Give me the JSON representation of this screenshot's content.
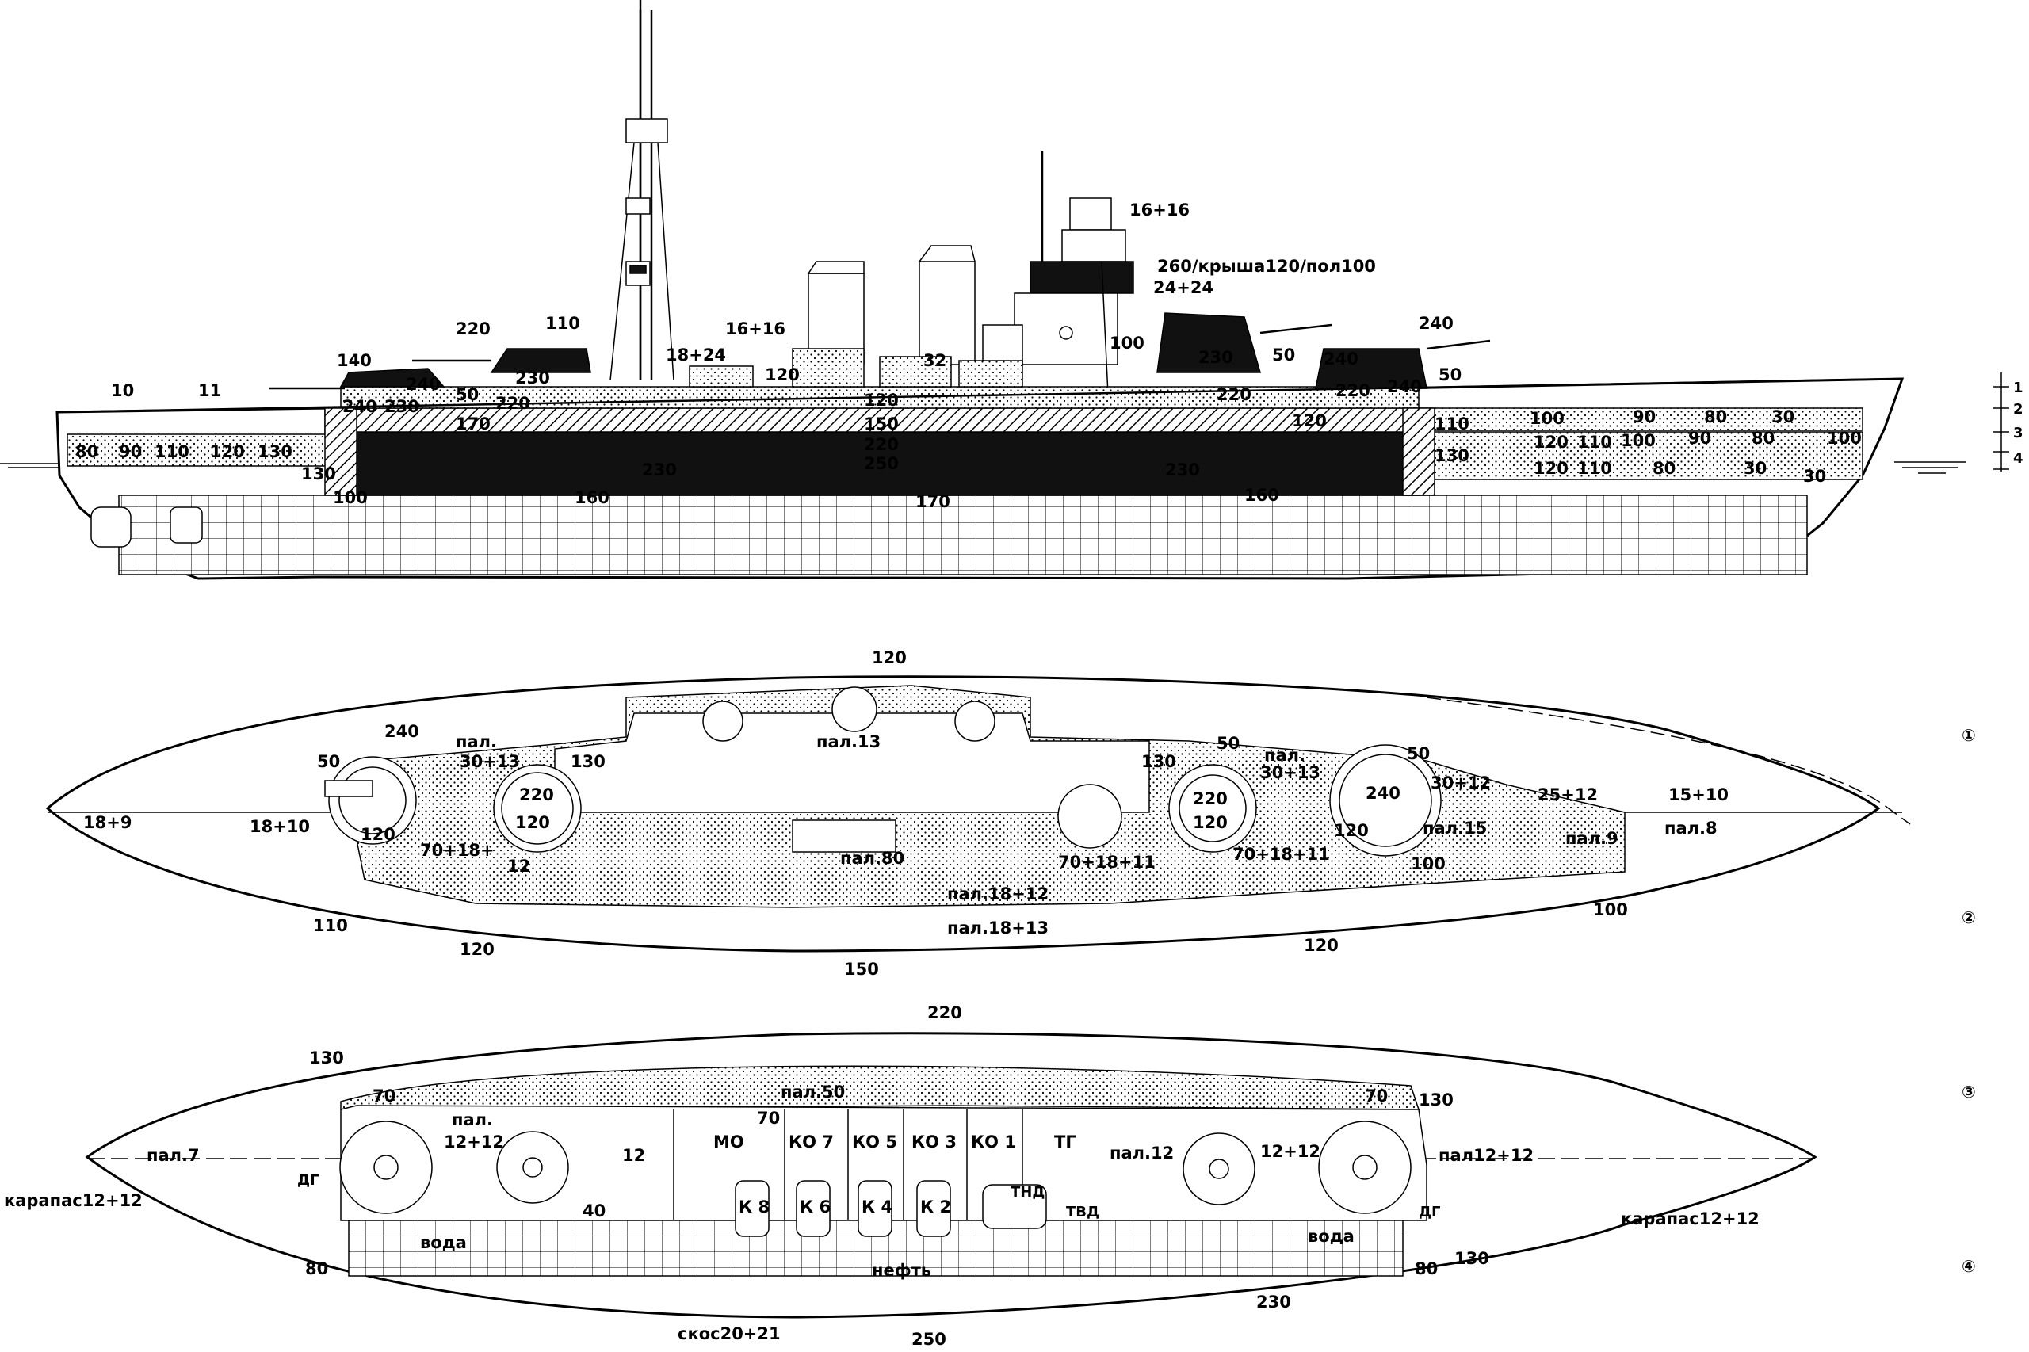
{
  "profile": {
    "labels": [
      {
        "id": "p-10",
        "text": "10"
      },
      {
        "id": "p-11",
        "text": "11"
      },
      {
        "id": "p-140",
        "text": "140"
      },
      {
        "id": "p-220a",
        "text": "220"
      },
      {
        "id": "p-110a",
        "text": "110"
      },
      {
        "id": "p-240a",
        "text": "240"
      },
      {
        "id": "p-50a",
        "text": "50"
      },
      {
        "id": "p-240b",
        "text": "240"
      },
      {
        "id": "p-230a",
        "text": "230"
      },
      {
        "id": "p-230b",
        "text": "230"
      },
      {
        "id": "p-220b",
        "text": "220"
      },
      {
        "id": "p-170",
        "text": "170"
      },
      {
        "id": "p-18-24",
        "text": "18+24"
      },
      {
        "id": "p-16-16a",
        "text": "16+16"
      },
      {
        "id": "p-120a",
        "text": "120"
      },
      {
        "id": "p-120b",
        "text": "120"
      },
      {
        "id": "p-32",
        "text": "32"
      },
      {
        "id": "p-150",
        "text": "150"
      },
      {
        "id": "p-220c",
        "text": "220"
      },
      {
        "id": "p-250",
        "text": "250"
      },
      {
        "id": "p-16-16b",
        "text": "16+16"
      },
      {
        "id": "p-turret",
        "text": "260/крыша120/пол100"
      },
      {
        "id": "p-24-24",
        "text": "24+24"
      },
      {
        "id": "p-100a",
        "text": "100"
      },
      {
        "id": "p-230c",
        "text": "230"
      },
      {
        "id": "p-50b",
        "text": "50"
      },
      {
        "id": "p-240c",
        "text": "240"
      },
      {
        "id": "p-220d",
        "text": "220"
      },
      {
        "id": "p-220e",
        "text": "220"
      },
      {
        "id": "p-240d",
        "text": "240"
      },
      {
        "id": "p-240e",
        "text": "240"
      },
      {
        "id": "p-50c",
        "text": "50"
      },
      {
        "id": "p-120c",
        "text": "120"
      },
      {
        "id": "p-110b",
        "text": "110"
      },
      {
        "id": "p-100b",
        "text": "100"
      },
      {
        "id": "p-90a",
        "text": "90"
      },
      {
        "id": "p-80a",
        "text": "80"
      },
      {
        "id": "p-30a",
        "text": "30"
      },
      {
        "id": "p-130a",
        "text": "130"
      },
      {
        "id": "p-120d",
        "text": "120"
      },
      {
        "id": "p-110c",
        "text": "110"
      },
      {
        "id": "p-100c",
        "text": "100"
      },
      {
        "id": "p-90b",
        "text": "90"
      },
      {
        "id": "p-80b",
        "text": "80"
      },
      {
        "id": "p-100d",
        "text": "100"
      },
      {
        "id": "p-80c",
        "text": "80"
      },
      {
        "id": "p-30b",
        "text": "30"
      },
      {
        "id": "p-30c",
        "text": "30"
      },
      {
        "id": "p-80d",
        "text": "80"
      },
      {
        "id": "p-90c",
        "text": "90"
      },
      {
        "id": "p-110d",
        "text": "110"
      },
      {
        "id": "p-120e",
        "text": "120"
      },
      {
        "id": "p-130b",
        "text": "130"
      },
      {
        "id": "p-130c",
        "text": "130"
      },
      {
        "id": "p-100e",
        "text": "100"
      },
      {
        "id": "p-230d",
        "text": "230"
      },
      {
        "id": "p-230e",
        "text": "230"
      },
      {
        "id": "p-160a",
        "text": "160"
      },
      {
        "id": "p-170b",
        "text": "170"
      },
      {
        "id": "p-160b",
        "text": "160"
      }
    ],
    "levels": [
      "1",
      "2",
      "3",
      "4"
    ]
  },
  "deck_plan": {
    "labels": [
      {
        "id": "d-120top",
        "text": "120"
      },
      {
        "id": "d-240",
        "text": "240"
      },
      {
        "id": "d-50a",
        "text": "50"
      },
      {
        "id": "d-pal3013a",
        "text": "пал."
      },
      {
        "id": "d-3013a",
        "text": "30+13"
      },
      {
        "id": "d-130a",
        "text": "130"
      },
      {
        "id": "d-pal13",
        "text": "пал.13"
      },
      {
        "id": "d-130b",
        "text": "130"
      },
      {
        "id": "d-50b",
        "text": "50"
      },
      {
        "id": "d-pal3013b",
        "text": "пал."
      },
      {
        "id": "d-3013b",
        "text": "30+13"
      },
      {
        "id": "d-50c",
        "text": "50"
      },
      {
        "id": "d-3012",
        "text": "30+12"
      },
      {
        "id": "d-2512",
        "text": "25+12"
      },
      {
        "id": "d-1510",
        "text": "15+10"
      },
      {
        "id": "d-189",
        "text": "18+9"
      },
      {
        "id": "d-1810",
        "text": "18+10"
      },
      {
        "id": "d-220a",
        "text": "220"
      },
      {
        "id": "d-120a",
        "text": "120"
      },
      {
        "id": "d-120b",
        "text": "120"
      },
      {
        "id": "d-220b",
        "text": "220"
      },
      {
        "id": "d-120c",
        "text": "120"
      },
      {
        "id": "d-240b",
        "text": "240"
      },
      {
        "id": "d-120d",
        "text": "120"
      },
      {
        "id": "d-pal15",
        "text": "пал.15"
      },
      {
        "id": "d-pal9",
        "text": "пал.9"
      },
      {
        "id": "d-pal8",
        "text": "пал.8"
      },
      {
        "id": "d-701812a",
        "text": "70+18+"
      },
      {
        "id": "d-12",
        "text": "12"
      },
      {
        "id": "d-pal80",
        "text": "пал.80"
      },
      {
        "id": "d-701811a",
        "text": "70+18+11"
      },
      {
        "id": "d-701811b",
        "text": "70+18+11"
      },
      {
        "id": "d-100a",
        "text": "100"
      },
      {
        "id": "d-pal1812",
        "text": "пал.18+12"
      },
      {
        "id": "d-pal1813",
        "text": "пал.18+13"
      },
      {
        "id": "d-110",
        "text": "110"
      },
      {
        "id": "d-120e",
        "text": "120"
      },
      {
        "id": "d-150",
        "text": "150"
      },
      {
        "id": "d-120f",
        "text": "120"
      },
      {
        "id": "d-100b",
        "text": "100"
      }
    ]
  },
  "hold_plan": {
    "labels": [
      {
        "id": "h-220",
        "text": "220"
      },
      {
        "id": "h-130a",
        "text": "130"
      },
      {
        "id": "h-70a",
        "text": "70"
      },
      {
        "id": "h-pal50",
        "text": "пал.50"
      },
      {
        "id": "h-70b",
        "text": "70"
      },
      {
        "id": "h-70c",
        "text": "70"
      },
      {
        "id": "h-130b",
        "text": "130"
      },
      {
        "id": "h-pal7",
        "text": "пал.7"
      },
      {
        "id": "h-pal",
        "text": "пал."
      },
      {
        "id": "h-1212a",
        "text": "12+12"
      },
      {
        "id": "h-12",
        "text": "12"
      },
      {
        "id": "h-mo",
        "text": "МО"
      },
      {
        "id": "h-ko7",
        "text": "КО 7"
      },
      {
        "id": "h-ko5",
        "text": "КО 5"
      },
      {
        "id": "h-ko3",
        "text": "КО 3"
      },
      {
        "id": "h-ko1",
        "text": "КО 1"
      },
      {
        "id": "h-tg",
        "text": "ТГ"
      },
      {
        "id": "h-pal12",
        "text": "пал.12"
      },
      {
        "id": "h-1212b",
        "text": "12+12"
      },
      {
        "id": "h-pal1212",
        "text": "пал12+12"
      },
      {
        "id": "h-dg1",
        "text": "ДГ"
      },
      {
        "id": "h-dg2",
        "text": "ДГ"
      },
      {
        "id": "h-karapas1",
        "text": "карапас12+12"
      },
      {
        "id": "h-karapas2",
        "text": "карапас12+12"
      },
      {
        "id": "h-k8",
        "text": "К 8"
      },
      {
        "id": "h-k6",
        "text": "К 6"
      },
      {
        "id": "h-k4",
        "text": "К 4"
      },
      {
        "id": "h-k2",
        "text": "К 2"
      },
      {
        "id": "h-tnd",
        "text": "ТНД"
      },
      {
        "id": "h-tvd",
        "text": "ТВД"
      },
      {
        "id": "h-40",
        "text": "40"
      },
      {
        "id": "h-voda1",
        "text": "вода"
      },
      {
        "id": "h-voda2",
        "text": "вода"
      },
      {
        "id": "h-neft",
        "text": "нефть"
      },
      {
        "id": "h-80a",
        "text": "80"
      },
      {
        "id": "h-80b",
        "text": "80"
      },
      {
        "id": "h-130c",
        "text": "130"
      },
      {
        "id": "h-skos",
        "text": "скос20+21"
      },
      {
        "id": "h-250",
        "text": "250"
      },
      {
        "id": "h-230",
        "text": "230"
      }
    ]
  },
  "section_markers": [
    "①",
    "②",
    "③",
    "④"
  ]
}
